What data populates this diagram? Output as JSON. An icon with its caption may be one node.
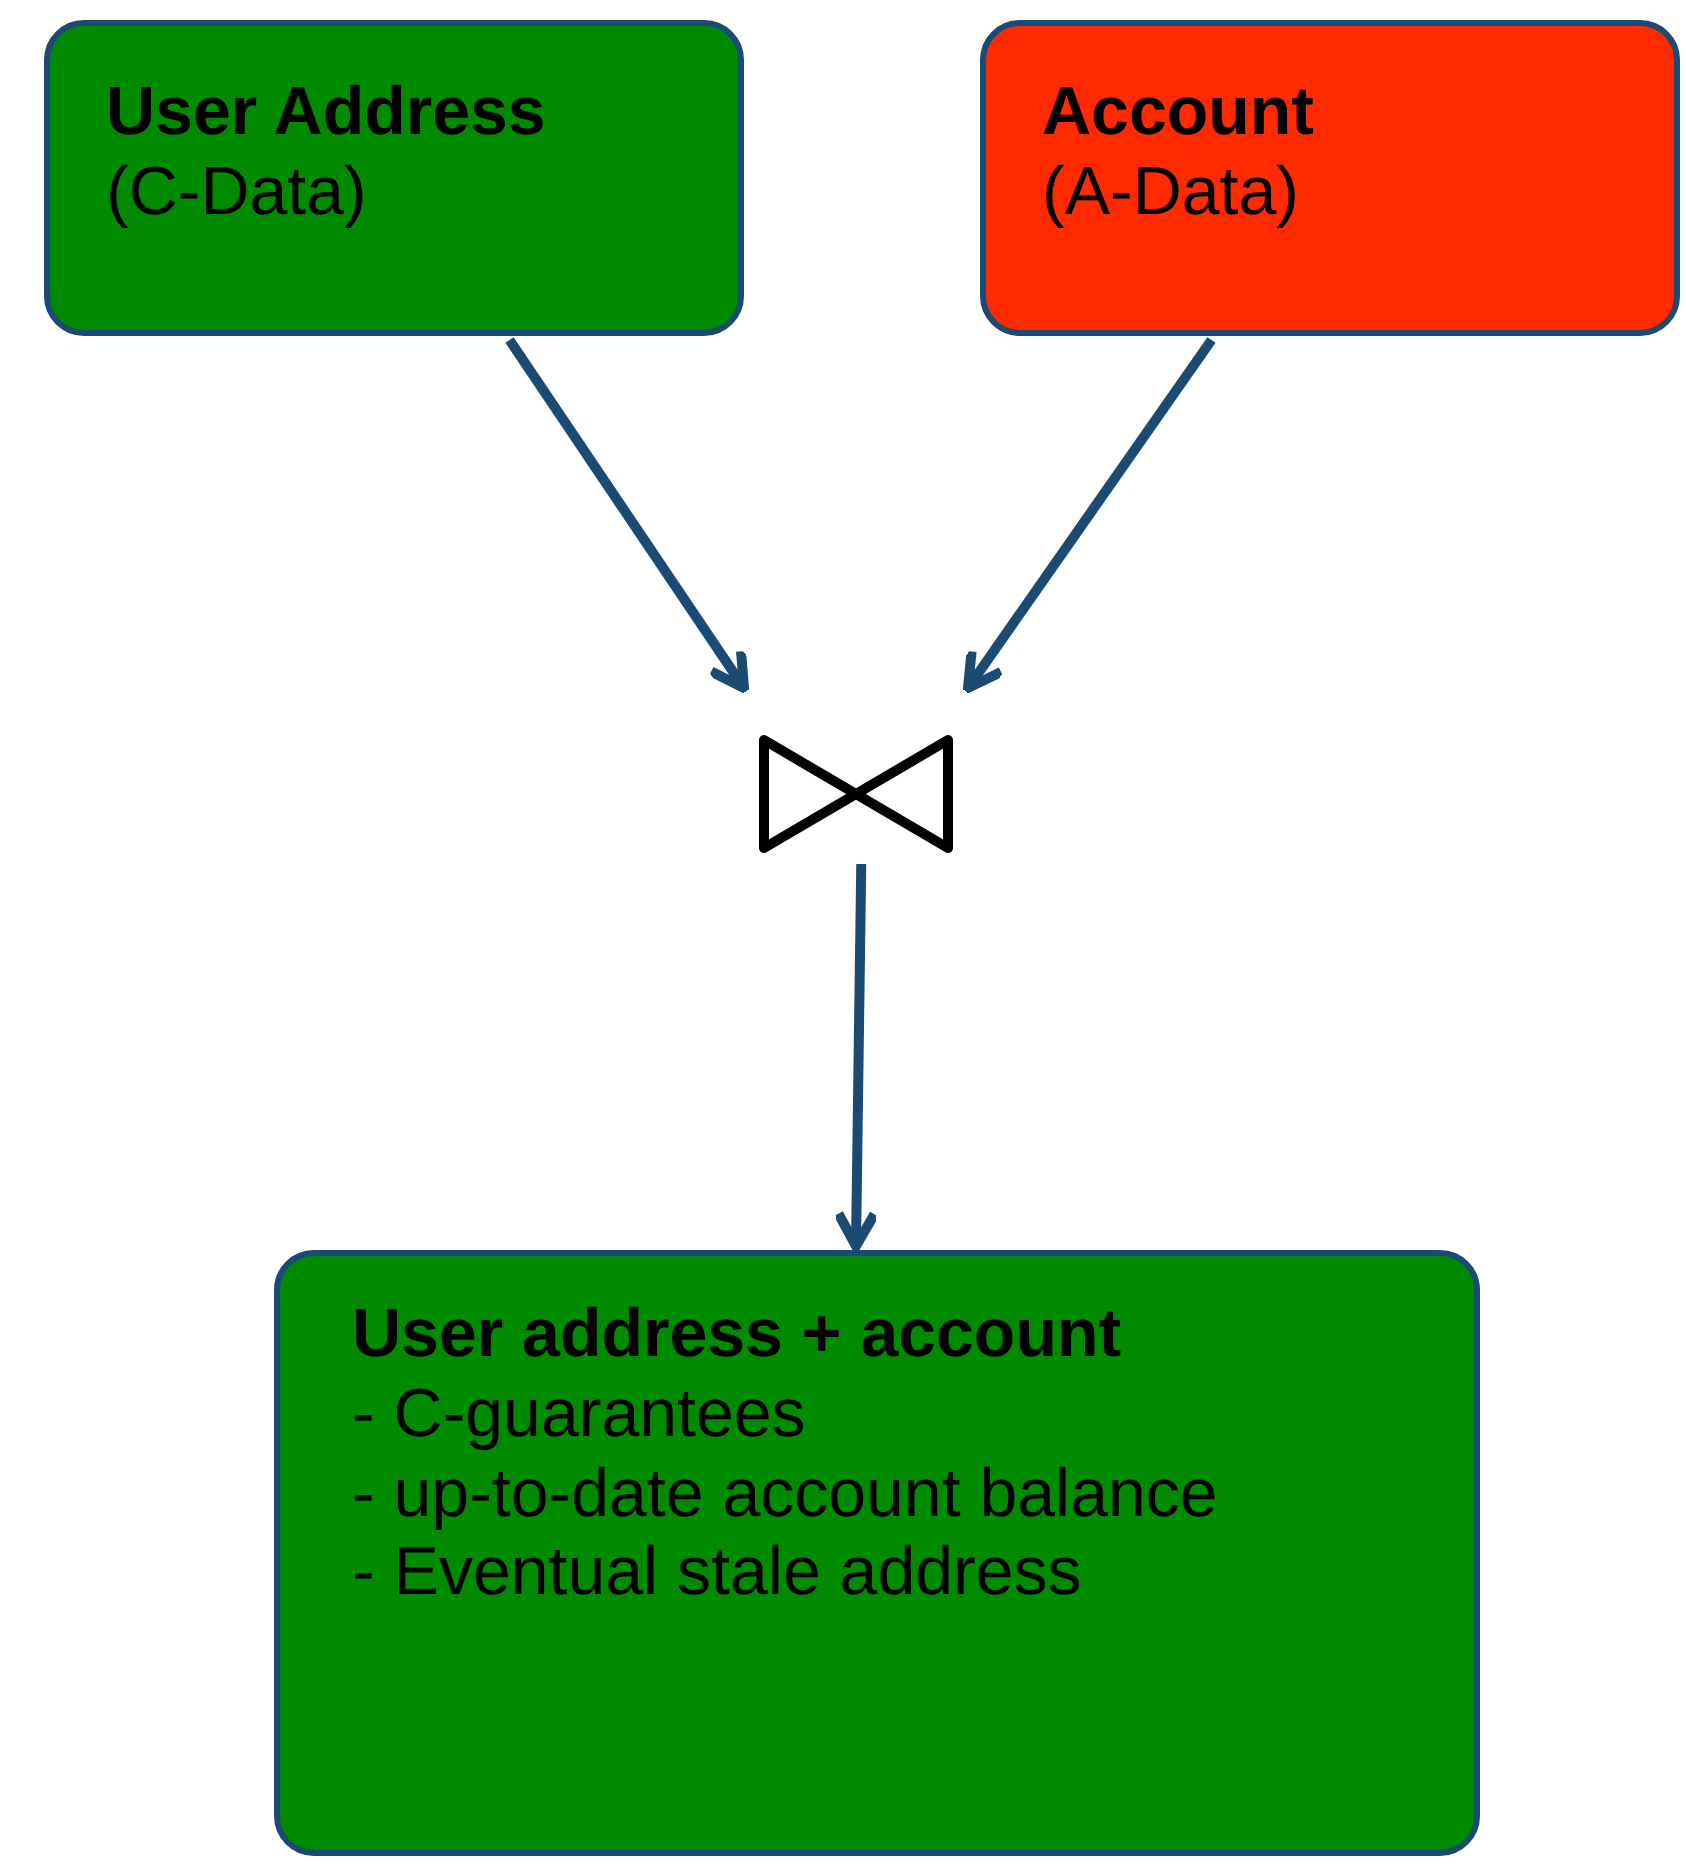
{
  "diagram": {
    "nodes": [
      {
        "text": [
          "User Address",
          "(C-Data)"
        ]
      },
      {
        "text": [
          "Account",
          "(A-Data)"
        ]
      },
      {
        "text": [],
        "shape": "bowtie"
      },
      {
        "text": [
          "User address + account",
          "- C-guarantees",
          "- up-to-date account balance",
          "- Eventual stale address"
        ]
      }
    ],
    "edges": [
      {
        "from": 0,
        "to": 2,
        "arrow": "to"
      },
      {
        "from": 1,
        "to": 2,
        "arrow": "to"
      },
      {
        "from": 2,
        "to": 3,
        "arrow": "to"
      }
    ]
  }
}
